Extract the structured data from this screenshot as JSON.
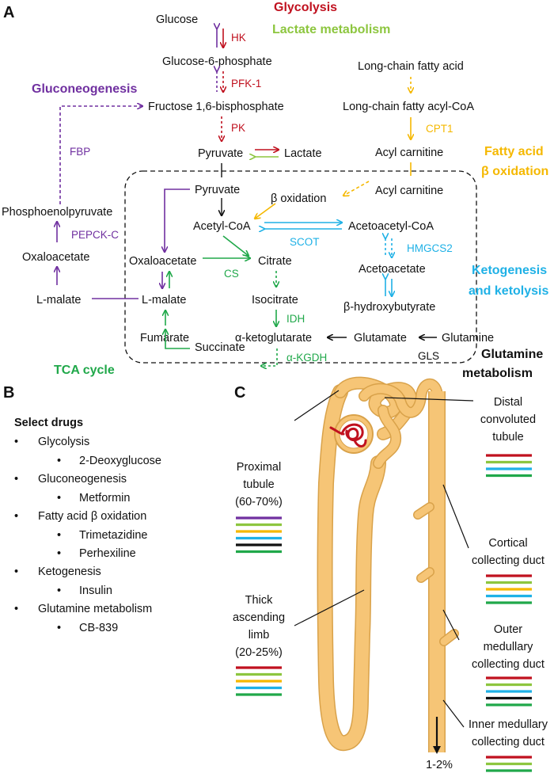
{
  "colors": {
    "glycolysis": "#c0111f",
    "lactate": "#8dc63f",
    "gluconeogenesis": "#7030a0",
    "fatty_acid": "#f5b800",
    "ketogenesis": "#1fb1e6",
    "tca": "#20a84a",
    "glutamine": "#111111",
    "kidney": "#f6c576",
    "kidney_edge": "#d9a24a"
  },
  "panels": {
    "a": "A",
    "b": "B",
    "c": "C"
  },
  "pathways": {
    "glycolysis": "Glycolysis",
    "lactate": "Lactate metabolism",
    "gluconeogenesis": "Gluconeogenesis",
    "fatty_acid_line1": "Fatty acid",
    "fatty_acid_line2": "β oxidation",
    "ketogenesis_line1": "Ketogenesis",
    "ketogenesis_line2": "and ketolysis",
    "tca": "TCA cycle",
    "glutamine_line1": "Glutamine",
    "glutamine_line2": "metabolism"
  },
  "metabolites": {
    "glucose": "Glucose",
    "g6p": "Glucose-6-phosphate",
    "f16bp": "Fructose 1,6-bisphosphate",
    "pyruvate": "Pyruvate",
    "lactate": "Lactate",
    "pyruvate_mito": "Pyruvate",
    "pep": "Phosphoenolpyruvate",
    "oaa_cyto": "Oxaloacetate",
    "malate_cyto": "L-malate",
    "lcfa": "Long-chain fatty acid",
    "lcfa_coa": "Long-chain fatty acyl-CoA",
    "acyl_carnitine": "Acyl carnitine",
    "acyl_carnitine_mito": "Acyl carnitine",
    "beta_ox": "β oxidation",
    "acetyl_coa": "Acetyl-CoA",
    "acetoacetyl_coa": "Acetoacetyl-CoA",
    "acetoacetate": "Acetoacetate",
    "bhb": "β-hydroxybutyrate",
    "oaa": "Oxaloacetate",
    "citrate": "Citrate",
    "malate": "L-malate",
    "isocitrate": "Isocitrate",
    "fumarate": "Fumarate",
    "akg": "α-ketoglutarate",
    "glutamate": "Glutamate",
    "glutamine": "Glutamine",
    "succinate": "Succinate"
  },
  "enzymes": {
    "hk": "HK",
    "pfk1": "PFK-1",
    "pk": "PK",
    "fbp": "FBP",
    "pepck": "PEPCK-C",
    "cpt1": "CPT1",
    "scot": "SCOT",
    "hmgcs2": "HMGCS2",
    "cs": "CS",
    "idh": "IDH",
    "akgdh": "α-KGDH",
    "gls": "GLS"
  },
  "drugs": {
    "heading": "Select drugs",
    "groups": [
      {
        "pathway": "Glycolysis",
        "drugs": [
          "2-Deoxyglucose"
        ]
      },
      {
        "pathway": "Gluconeogenesis",
        "drugs": [
          "Metformin"
        ]
      },
      {
        "pathway": "Fatty acid β oxidation",
        "drugs": [
          "Trimetazidine",
          "Perhexiline"
        ]
      },
      {
        "pathway": "Ketogenesis",
        "drugs": [
          "Insulin"
        ]
      },
      {
        "pathway": "Glutamine metabolism",
        "drugs": [
          "CB-839"
        ]
      }
    ]
  },
  "nephron": {
    "proximal": {
      "line1": "Proximal",
      "line2": "tubule",
      "line3": "(60-70%)",
      "pathway_colors": [
        "#7030a0",
        "#8dc63f",
        "#f5b800",
        "#1fb1e6",
        "#111111",
        "#20a84a"
      ]
    },
    "thick": {
      "line1": "Thick",
      "line2": "ascending",
      "line3": "limb",
      "line4": "(20-25%)",
      "pathway_colors": [
        "#c0111f",
        "#8dc63f",
        "#f5b800",
        "#1fb1e6",
        "#20a84a"
      ]
    },
    "distal": {
      "line1": "Distal",
      "line2": "convoluted",
      "line3": "tubule",
      "pathway_colors": [
        "#c0111f",
        "#8dc63f",
        "#1fb1e6",
        "#20a84a"
      ]
    },
    "cortical": {
      "line1": "Cortical",
      "line2": "collecting duct",
      "pathway_colors": [
        "#c0111f",
        "#8dc63f",
        "#f5b800",
        "#1fb1e6",
        "#20a84a"
      ]
    },
    "outer": {
      "line1": "Outer",
      "line2": "medullary",
      "line3": "collecting duct",
      "pathway_colors": [
        "#c0111f",
        "#8dc63f",
        "#1fb1e6",
        "#111111",
        "#20a84a"
      ]
    },
    "inner": {
      "line1": "Inner medullary",
      "line2": "collecting duct",
      "pathway_colors": [
        "#c0111f",
        "#8dc63f",
        "#20a84a"
      ]
    },
    "outflow": "1-2%"
  }
}
